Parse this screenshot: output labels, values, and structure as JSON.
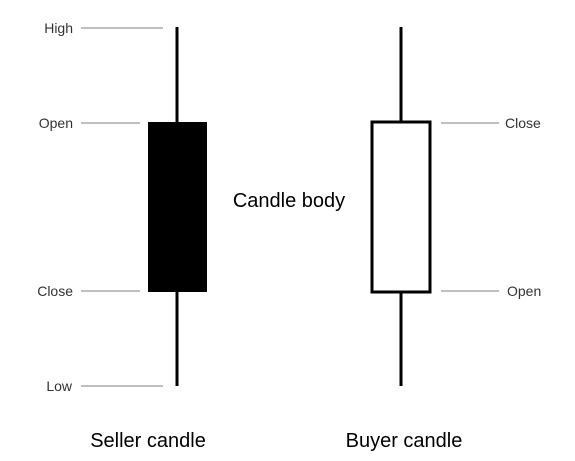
{
  "labels": {
    "seller_high": "High",
    "seller_open": "Open",
    "seller_close": "Close",
    "seller_low": "Low",
    "buyer_close": "Close",
    "buyer_open": "Open",
    "body": "Candle body",
    "seller_caption": "Seller candle",
    "buyer_caption": "Buyer candle"
  },
  "colors": {
    "seller_body": "#000000",
    "buyer_body": "#ffffff",
    "outline": "#000000",
    "leader_line": "#aaaaaa"
  }
}
